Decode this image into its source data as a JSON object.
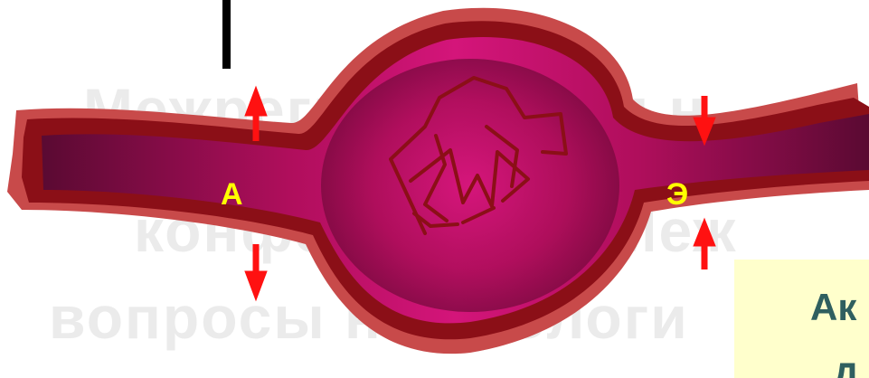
{
  "watermark": {
    "line1": "Межрегиональная н",
    "line2": "конференция «Меж",
    "line3": "вопросы нефрологи"
  },
  "vessel_labels": {
    "afferent": "А",
    "efferent": "Э"
  },
  "title_box": {
    "line1": "Ак",
    "line2": "Д"
  },
  "colors": {
    "vessel_outer": "#c84a4a",
    "vessel_wall": "#8b0f17",
    "vessel_lumen": "#c8106a",
    "vessel_lumen_dark": "#6a0a3a",
    "arrow": "#ff1111",
    "label": "#ffff00",
    "title_box_bg": "#ffffcc",
    "title_text": "#2f5f5f",
    "watermark": "#ebebeb"
  }
}
